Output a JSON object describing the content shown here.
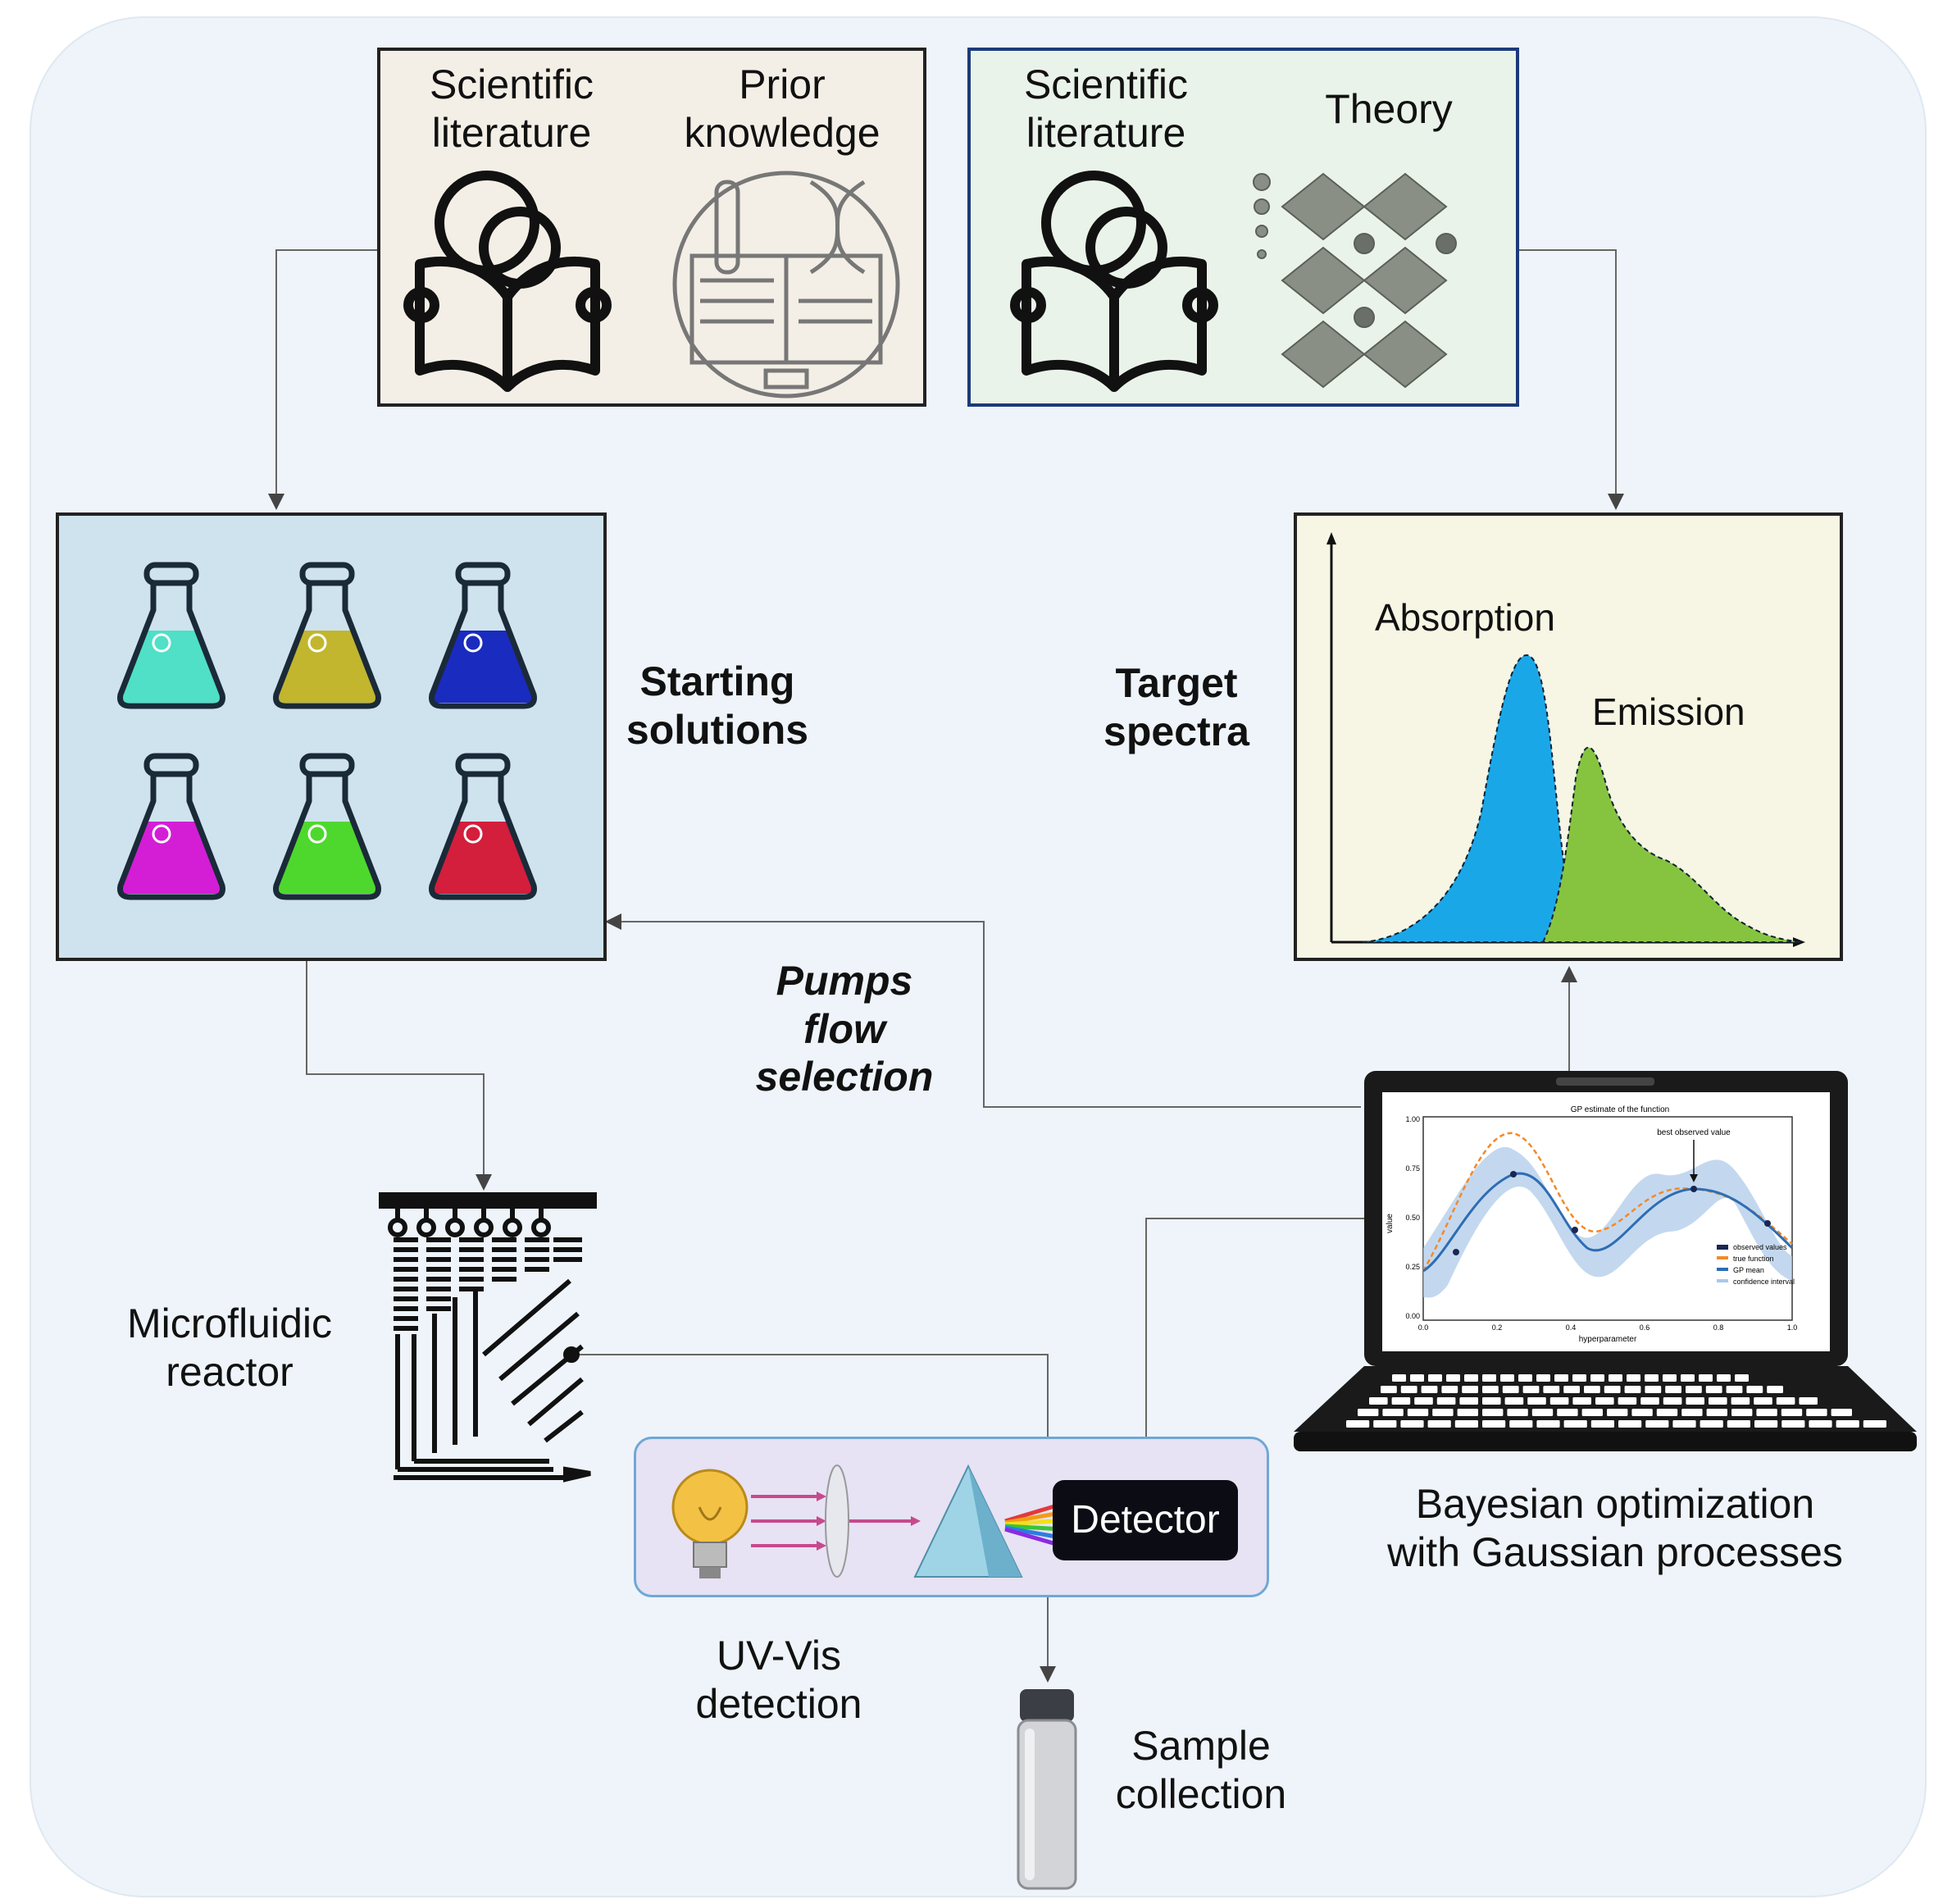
{
  "boxes": {
    "knowledge": {
      "left_label": "Scientific\nliterature",
      "right_label": "Prior\nknowledge"
    },
    "theory": {
      "left_label": "Scientific\nliterature",
      "right_label": "Theory"
    }
  },
  "labels": {
    "starting_solutions": "Starting\nsolutions",
    "target_spectra": "Target\nspectra",
    "pumps_flow": "Pumps\nflow\nselection",
    "microfluidic": "Microfluidic\nreactor",
    "uvvis": "UV-Vis\ndetection",
    "sample": "Sample\ncollection",
    "bayesian": "Bayesian optimization\nwith Gaussian processes",
    "detector": "Detector"
  },
  "spectra": {
    "absorption_label": "Absorption",
    "emission_label": "Emission",
    "colors": {
      "absorption": "#1aa7e8",
      "emission": "#86c440"
    }
  },
  "flasks": {
    "colors": [
      "#4fe0c7",
      "#c2b62e",
      "#1a2bc0",
      "#d31ed6",
      "#4ed82e",
      "#d31e3c"
    ]
  },
  "screen_plot": {
    "title": "GP estimate of the function",
    "annotation": "best observed value",
    "xlabel": "hyperparameter",
    "ylabel": "value",
    "y_ticks": [
      "1.00",
      "0.75",
      "0.50",
      "0.25",
      "0.00"
    ],
    "x_ticks": [
      "0.0",
      "0.2",
      "0.4",
      "0.6",
      "0.8",
      "1.0"
    ],
    "legend": [
      "observed values",
      "true function",
      "GP mean",
      "confidence interval"
    ]
  },
  "colors": {
    "knowledge_box_bg": "#f4efe6",
    "theory_box_bg": "#eaf3e9",
    "theory_box_border": "#1c3a7a",
    "solutions_box_bg": "#cfe3ef",
    "spectra_box_bg": "#f7f5e4",
    "uvvis_box_bg": "#e7e2f4",
    "uvvis_box_border": "#6fa8d6"
  }
}
